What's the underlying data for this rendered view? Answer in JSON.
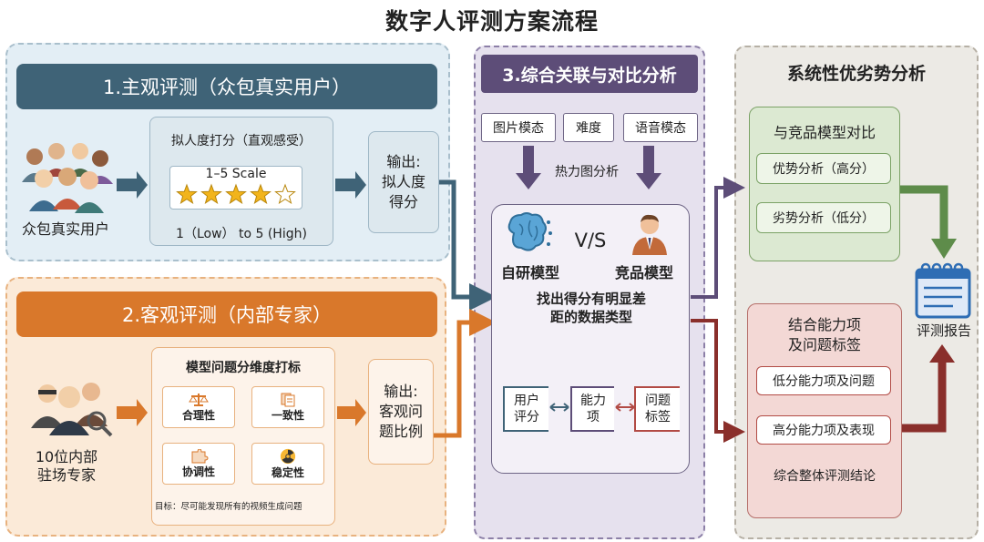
{
  "title": "数字人评测方案流程",
  "section1": {
    "header": "1.主观评测（众包真实用户）",
    "people_label": "众包真实用户",
    "card_title": "拟人度打分（直观感受）",
    "scale_label": "1–5 Scale",
    "rating_stars": 4,
    "rating_max": 5,
    "range_label": "1（Low） to 5 (High)",
    "output_line1": "输出:",
    "output_line2": "拟人度",
    "output_line3": "得分"
  },
  "section2": {
    "header": "2.客观评测（内部专家）",
    "experts_line1": "10位内部",
    "experts_line2": "驻场专家",
    "card_title": "模型问题分维度打标",
    "dims": [
      {
        "label": "合理性",
        "icon": "scale-balance-icon"
      },
      {
        "label": "一致性",
        "icon": "documents-icon"
      },
      {
        "label": "协调性",
        "icon": "puzzle-icon"
      },
      {
        "label": "稳定性",
        "icon": "radiation-icon"
      }
    ],
    "goal": "目标：尽可能发现所有的视频生成问题",
    "output_line1": "输出:",
    "output_line2": "客观问",
    "output_line3": "题比例"
  },
  "section3": {
    "header": "3.综合关联与对比分析",
    "modalities": [
      "图片模态",
      "难度",
      "语音模态"
    ],
    "heatmap_label": "热力图分析",
    "self_model": "自研模型",
    "vs": "V/S",
    "comp_model": "竞品模型",
    "find_line1": "找出得分有明显差",
    "find_line2": "距的数据类型",
    "b1_line1": "用户",
    "b1_line2": "评分",
    "b2_line1": "能力",
    "b2_line2": "项",
    "b3_line1": "问题",
    "b3_line2": "标签"
  },
  "section4": {
    "header": "系统性优劣势分析",
    "green_title": "与竞品模型对比",
    "adv": "优势分析（高分）",
    "dis": "劣势分析（低分）",
    "red_title_line1": "结合能力项",
    "red_title_line2": "及问题标签",
    "low": "低分能力项及问题",
    "high": "高分能力项及表现",
    "conclusion": "综合整体评测结论",
    "report": "评测报告"
  },
  "colors": {
    "blue": "#3f6377",
    "orange": "#d9782b",
    "purple": "#5d4d78",
    "green": "#5e8c4a",
    "red": "#8a2f2b"
  }
}
